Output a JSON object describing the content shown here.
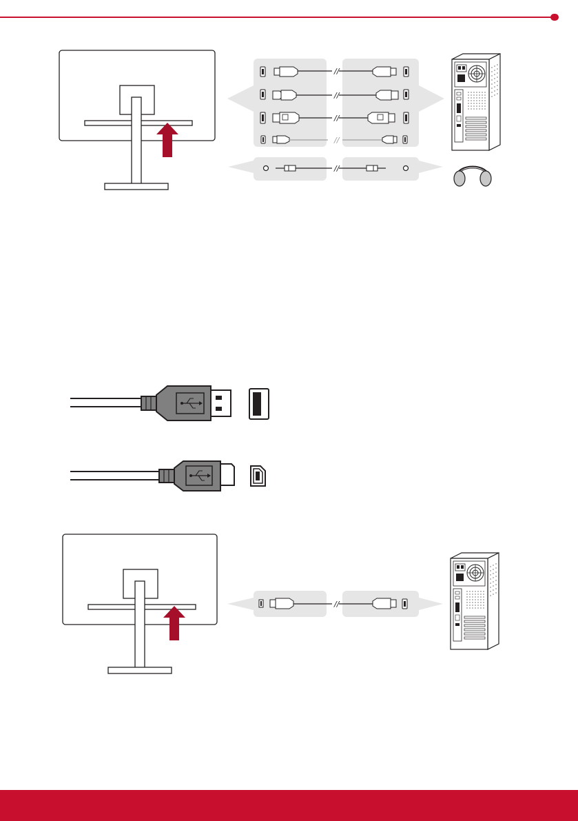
{
  "colors": {
    "brand_red": "#c8102e",
    "arrow_red": "#a50f2a",
    "panel_gray": "#e6e6e6",
    "line": "#231f20",
    "cable_gray": "#808080",
    "light_gray": "#c8c8c8"
  },
  "diagrams": [
    {
      "name": "video-audio-connection-diagram",
      "connections": [
        "USB",
        "HDMI",
        "DisplayPort",
        "Mini DisplayPort",
        "Audio"
      ]
    },
    {
      "name": "usb-connector-illustrations",
      "connectors": [
        "USB Type A",
        "USB Type B"
      ]
    },
    {
      "name": "usb-connection-diagram",
      "connections": [
        "USB"
      ]
    }
  ]
}
